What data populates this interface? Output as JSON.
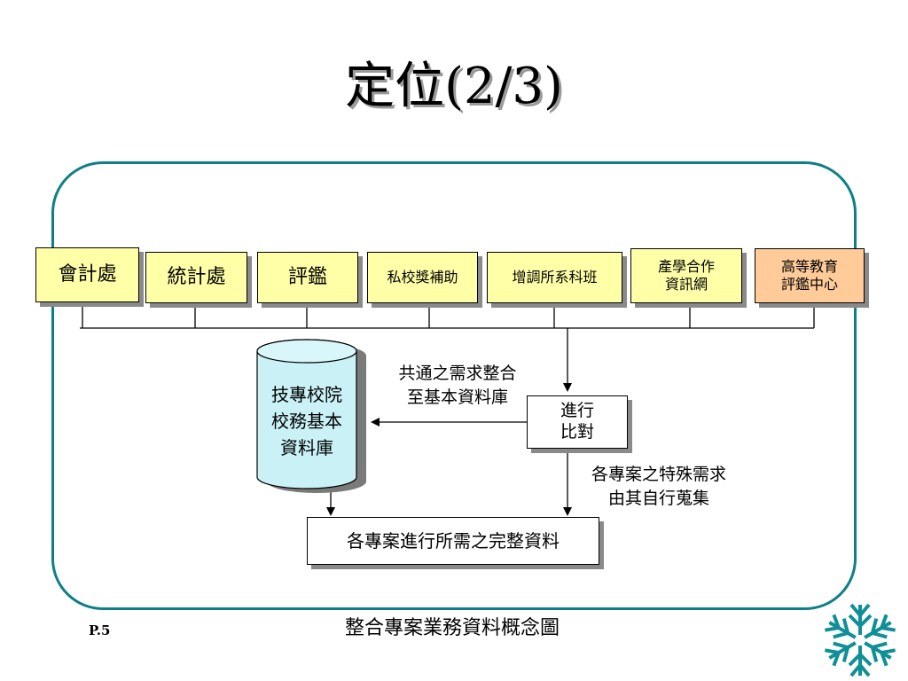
{
  "title": "定位(2/3)",
  "departments": [
    {
      "label": "會計處"
    },
    {
      "label": "統計處"
    },
    {
      "label": "評鑑"
    },
    {
      "label": "私校獎補助"
    },
    {
      "label": "增調所系科班"
    },
    {
      "label": "產學合作\n資訊網"
    },
    {
      "label": "高等教育\n評鑑中心"
    }
  ],
  "database": {
    "label": "技專校院\n校務基本\n資料庫"
  },
  "compare": {
    "label": "進行\n比對"
  },
  "result": {
    "label": "各專案進行所需之完整資料"
  },
  "common_note": "共通之需求整合\n至基本資料庫",
  "special_note": "各專案之特殊需求\n由其自行蒐集",
  "caption": "整合專案業務資料概念圖",
  "page_number": "P.5",
  "colors": {
    "frame": "#0f7f86",
    "box_yellow": "#ffffa8",
    "box_orange": "#ffcc99",
    "cylinder": "#c9f1f6",
    "logo": "#0f8f96"
  }
}
